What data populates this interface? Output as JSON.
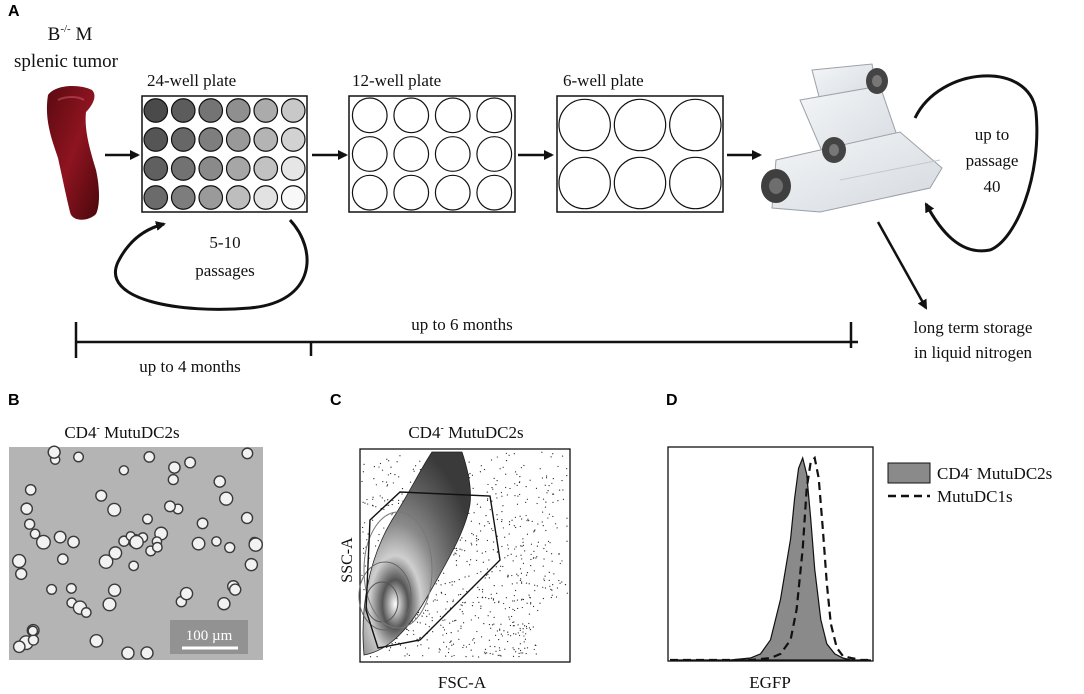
{
  "panel_a": {
    "label": "A",
    "tumor_label": {
      "line1_prefix": "B",
      "line1_sup": "-/-",
      "line1_suffix": " M",
      "line2": "splenic tumor"
    },
    "plates": [
      {
        "title": "24-well plate",
        "rows": 4,
        "cols": 6
      },
      {
        "title": "12-well plate",
        "rows": 3,
        "cols": 4
      },
      {
        "title": "6-well plate",
        "rows": 2,
        "cols": 3
      }
    ],
    "well_shades": [
      [
        "#4a4a4a",
        "#5c5c5c",
        "#747474",
        "#8f8f8f",
        "#ababab",
        "#c8c8c8"
      ],
      [
        "#555555",
        "#676767",
        "#7e7e7e",
        "#999999",
        "#b4b4b4",
        "#d2d2d2"
      ],
      [
        "#606060",
        "#727272",
        "#8a8a8a",
        "#a6a6a6",
        "#c2c2c2",
        "#e6e6e6"
      ],
      [
        "#6b6b6b",
        "#7d7d7d",
        "#9a9a9a",
        "#bdbdbd",
        "#e2e2e2",
        "#f8f8f8"
      ]
    ],
    "loop_passages": {
      "line1": "5-10",
      "line2": "passages"
    },
    "flask_loop": {
      "line1": "up to",
      "line2": "passage",
      "line3": "40"
    },
    "storage": {
      "line1": "long term storage",
      "line2": "in liquid nitrogen"
    },
    "timeline": {
      "label_6m": "up to 6 months",
      "label_4m": "up to 4 months"
    }
  },
  "panel_b": {
    "label": "B",
    "title_prefix": "CD4",
    "title_sup": "-",
    "title_suffix": " MutuDC2s",
    "scalebar": "100 µm"
  },
  "panel_c": {
    "label": "C",
    "title_prefix": "CD4",
    "title_sup": "-",
    "title_suffix": " MutuDC2s",
    "xlabel": "FSC-A",
    "ylabel": "SSC-A"
  },
  "panel_d": {
    "label": "D",
    "xlabel": "EGFP",
    "legend": [
      {
        "prefix": "CD4",
        "sup": "-",
        "suffix": " MutuDC2s",
        "style": "filled",
        "color": "#8a8a8a"
      },
      {
        "prefix": "MutuDC1s",
        "sup": "",
        "suffix": "",
        "style": "dashed",
        "color": "#111111"
      }
    ]
  },
  "chart_data": {
    "type": "area",
    "xlabel": "EGFP",
    "ylabel": "",
    "series": [
      {
        "name": "CD4- MutuDC2s",
        "style": "filled",
        "x": [
          0,
          10,
          20,
          30,
          40,
          45,
          50,
          55,
          60,
          62,
          64,
          66,
          68,
          70,
          72,
          75,
          78,
          82,
          86,
          90,
          95,
          100
        ],
        "values": [
          0,
          0,
          0,
          0,
          0.01,
          0.03,
          0.1,
          0.3,
          0.6,
          0.8,
          0.95,
          1.0,
          0.92,
          0.7,
          0.45,
          0.2,
          0.08,
          0.03,
          0.01,
          0,
          0,
          0
        ]
      },
      {
        "name": "MutuDC1s",
        "style": "dashed",
        "x": [
          0,
          10,
          20,
          30,
          40,
          50,
          55,
          60,
          63,
          66,
          68,
          70,
          72,
          74,
          76,
          78,
          80,
          83,
          86,
          90,
          95,
          100
        ],
        "values": [
          0,
          0,
          0,
          0,
          0,
          0.01,
          0.03,
          0.1,
          0.25,
          0.55,
          0.85,
          0.98,
          1.0,
          0.9,
          0.65,
          0.38,
          0.18,
          0.06,
          0.02,
          0.01,
          0,
          0
        ]
      }
    ]
  }
}
